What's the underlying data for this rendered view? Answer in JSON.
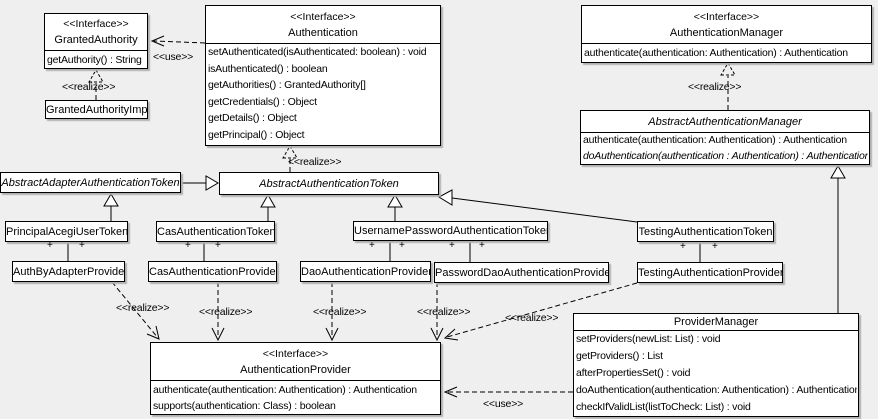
{
  "colors": {
    "background": "#efefef",
    "box_fill": "#ffffff",
    "line": "#000000",
    "shadow": "#b0b0b0"
  },
  "edge_labels": {
    "use": "<<use>>",
    "realize": "<<realize>>",
    "plus": "+"
  },
  "boxes": {
    "granted_authority": {
      "stereotype": "<<Interface>>",
      "name": "GrantedAuthority",
      "methods": [
        "getAuthority() : String"
      ]
    },
    "granted_authority_impl": {
      "name": "GrantedAuthorityImpl"
    },
    "authentication": {
      "stereotype": "<<Interface>>",
      "name": "Authentication",
      "methods": [
        "setAuthenticated(isAuthenticated: boolean) : void",
        "isAuthenticated() : boolean",
        "getAuthorities() : GrantedAuthority[]",
        "getCredentials() : Object",
        "getDetails() : Object",
        "getPrincipal() : Object"
      ]
    },
    "authentication_manager": {
      "stereotype": "<<Interface>>",
      "name": "AuthenticationManager",
      "methods": [
        "authenticate(authentication: Authentication) : Authentication"
      ]
    },
    "abstract_authentication_manager": {
      "name": "AbstractAuthenticationManager",
      "methods": [
        "authenticate(authentication: Authentication) : Authentication",
        "doAuthentication(authentication : Authentication) : Authentication"
      ]
    },
    "abstract_adapter_authentication_token": {
      "name": "AbstractAdapterAuthenticationToken"
    },
    "abstract_authentication_token": {
      "name": "AbstractAuthenticationToken"
    },
    "principal_acegi_user_token": {
      "name": "PrincipalAcegiUserToken"
    },
    "cas_authentication_token": {
      "name": "CasAuthenticationToken"
    },
    "username_password_authentication_token": {
      "name": "UsernamePasswordAuthenticationToken"
    },
    "testing_authentication_token": {
      "name": "TestingAuthenticationToken"
    },
    "auth_by_adapter_provider": {
      "name": "AuthByAdapterProvider"
    },
    "cas_authentication_provider": {
      "name": "CasAuthenticationProvider"
    },
    "dao_authentication_provider": {
      "name": "DaoAuthenticationProvider"
    },
    "password_dao_authentication_provider": {
      "name": "PasswordDaoAuthenticationProvider"
    },
    "testing_authentication_provider": {
      "name": "TestingAuthenticationProvider"
    },
    "authentication_provider": {
      "stereotype": "<<Interface>>",
      "name": "AuthenticationProvider",
      "methods": [
        "authenticate(authentication: Authentication) : Authentication",
        "supports(authentication: Class) : boolean"
      ]
    },
    "provider_manager": {
      "name": "ProviderManager",
      "methods": [
        "setProviders(newList: List) : void",
        "getProviders() : List",
        "afterPropertiesSet() : void",
        "doAuthentication(authentication: Authentication) : Authentication",
        "checkIfValidList(listToCheck: List) : void"
      ]
    }
  }
}
